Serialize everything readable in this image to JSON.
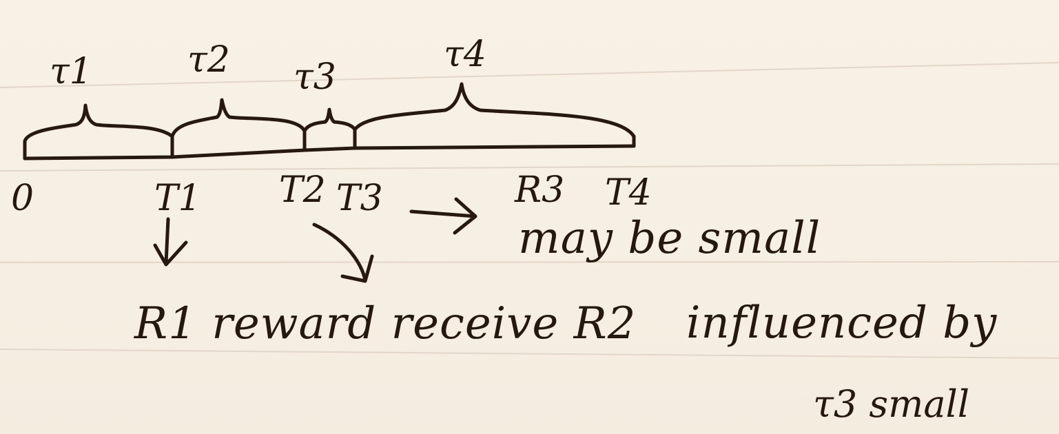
{
  "diagram": {
    "segment_labels": [
      "τ1",
      "τ2",
      "τ3",
      "τ4"
    ],
    "tick_labels": [
      "0",
      "T1",
      "T2",
      "T3",
      "R3",
      "T4"
    ],
    "notes": {
      "reward_note": "R1 reward receive R2",
      "small_note": "may be small",
      "influence_note_line1": "influenced by",
      "influence_note_line2": "τ3 small"
    }
  }
}
